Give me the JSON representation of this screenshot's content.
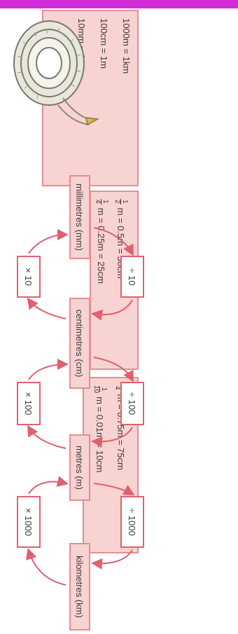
{
  "facts_basic": [
    "1000m = 1km",
    "100cm = 1m",
    "10mm = 1cm"
  ],
  "facts_half_quarter": [
    {
      "num": "1",
      "den": "2",
      "rest": "m = 0.5m = 50cm"
    },
    {
      "num": "1",
      "den": "4",
      "rest": "m = 0.25m = 25cm"
    }
  ],
  "facts_three_quarter_tenth": [
    {
      "num": "3",
      "den": "4",
      "rest": "m = 0.75m = 75cm"
    },
    {
      "num": "1",
      "den": "10",
      "rest": "m = 0.01m = 10cm"
    }
  ],
  "units": [
    "millimetres (mm)",
    "centimetres (cm)",
    "metres (m)",
    "kilometres (km)"
  ],
  "divide_ops": [
    "÷ 10",
    "÷ 100",
    "÷ 1000"
  ],
  "multiply_ops": [
    "× 10",
    "× 100",
    "× 1000"
  ],
  "colors": {
    "accent": "#d12bd8",
    "box_fill": "#f7d3d2",
    "box_border": "#e38e96",
    "arrow": "#e0606f"
  },
  "icons": {
    "illustration": "measuring-tape-icon"
  }
}
